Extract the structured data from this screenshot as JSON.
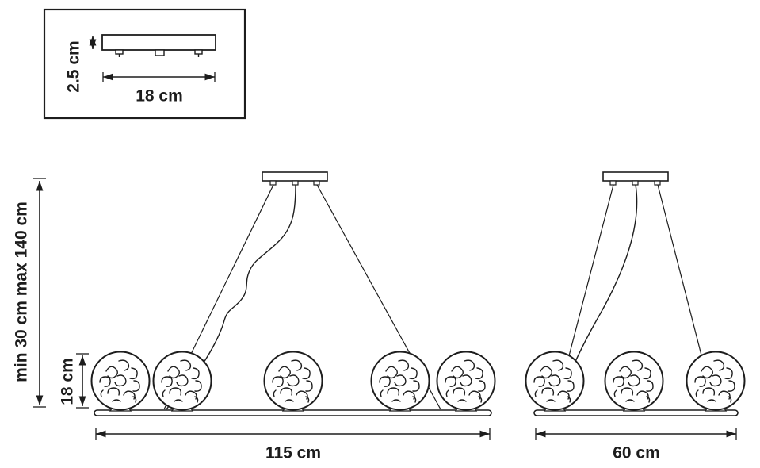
{
  "diagram": {
    "inset": {
      "height_label": "2.5 cm",
      "width_label": "18 cm"
    },
    "left_fixture": {
      "suspension_label": "min 30 cm max 140 cm",
      "shade_label": "18 cm",
      "width_label": "115 cm"
    },
    "right_fixture": {
      "width_label": "60 cm"
    }
  }
}
